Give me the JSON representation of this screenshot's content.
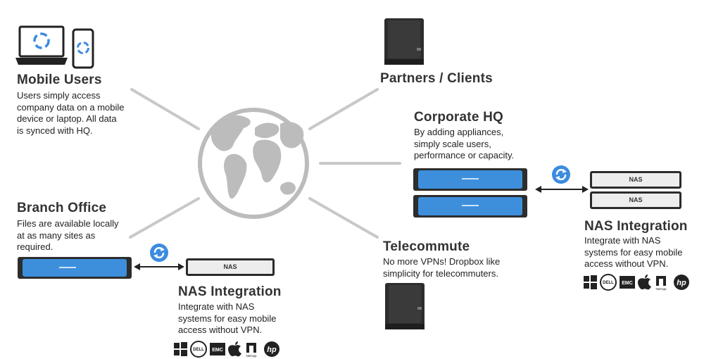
{
  "mobile_users": {
    "title": "Mobile Users",
    "desc": [
      "Users simply access",
      "company data on a mobile",
      "device or laptop. All data",
      "is synced with HQ."
    ]
  },
  "partners": {
    "title": "Partners / Clients"
  },
  "corporate_hq": {
    "title": "Corporate HQ",
    "desc": [
      "By adding appliances,",
      "simply scale users,",
      "performance or capacity."
    ]
  },
  "branch_office": {
    "title": "Branch Office",
    "desc": [
      "Files are available locally",
      "at as many sites as",
      "required."
    ]
  },
  "telecommute": {
    "title": "Telecommute",
    "desc": [
      "No more VPNs! Dropbox like",
      "simplicity for telecommuters."
    ]
  },
  "nas_integration_left": {
    "title": "NAS Integration",
    "desc": [
      "Integrate with NAS",
      "systems for easy mobile",
      "access without VPN."
    ],
    "box_label": "NAS"
  },
  "nas_integration_right": {
    "title": "NAS Integration",
    "desc": [
      "Integrate with NAS",
      "systems for easy mobile",
      "access without VPN."
    ],
    "box_labels": [
      "NAS",
      "NAS"
    ]
  },
  "vendor_logos": {
    "dell": "DELL",
    "emc": "EMC",
    "netapp": "NetApp",
    "hp": "hp"
  },
  "colors": {
    "line": "#c8c8c8",
    "globe": "#bcbcbc",
    "appliance_blue": "#3d8fdc",
    "sync_blue": "#3b8be0",
    "server_dark": "#2d2d2d"
  }
}
